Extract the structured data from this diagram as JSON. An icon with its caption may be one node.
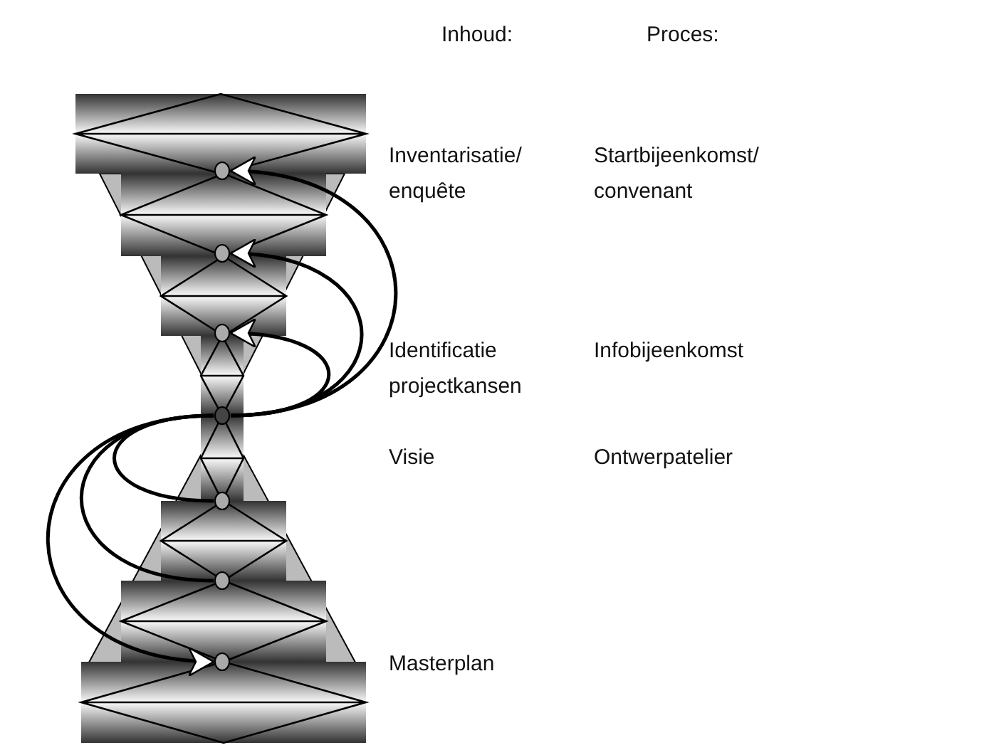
{
  "diagram": {
    "nodes": [
      {
        "text": [],
        "shape": "circle"
      },
      {
        "text": [],
        "shape": "circle"
      },
      {
        "text": [],
        "shape": "circle"
      },
      {
        "text": [],
        "shape": "circle"
      },
      {
        "text": [],
        "shape": "circle"
      },
      {
        "text": [],
        "shape": "circle"
      },
      {
        "text": [],
        "shape": "circle"
      }
    ],
    "edges": [
      {
        "from": 3,
        "to": 0,
        "arrow": "to"
      },
      {
        "from": 3,
        "to": 1,
        "arrow": "to"
      },
      {
        "from": 3,
        "to": 2,
        "arrow": "to"
      },
      {
        "from": 3,
        "to": 4,
        "arrow": "none"
      },
      {
        "from": 3,
        "to": 5,
        "arrow": "none"
      },
      {
        "from": 3,
        "to": 6,
        "arrow": "to"
      }
    ],
    "labels": [
      "Inhoud:",
      "Proces:",
      "Inventarisatie/ enquête",
      "Startbijeenkomst/ convenant",
      "Identificatie projectkansen",
      "Infobijeenkomst",
      "Visie",
      "Ontwerpatelier",
      "Masterplan"
    ]
  }
}
